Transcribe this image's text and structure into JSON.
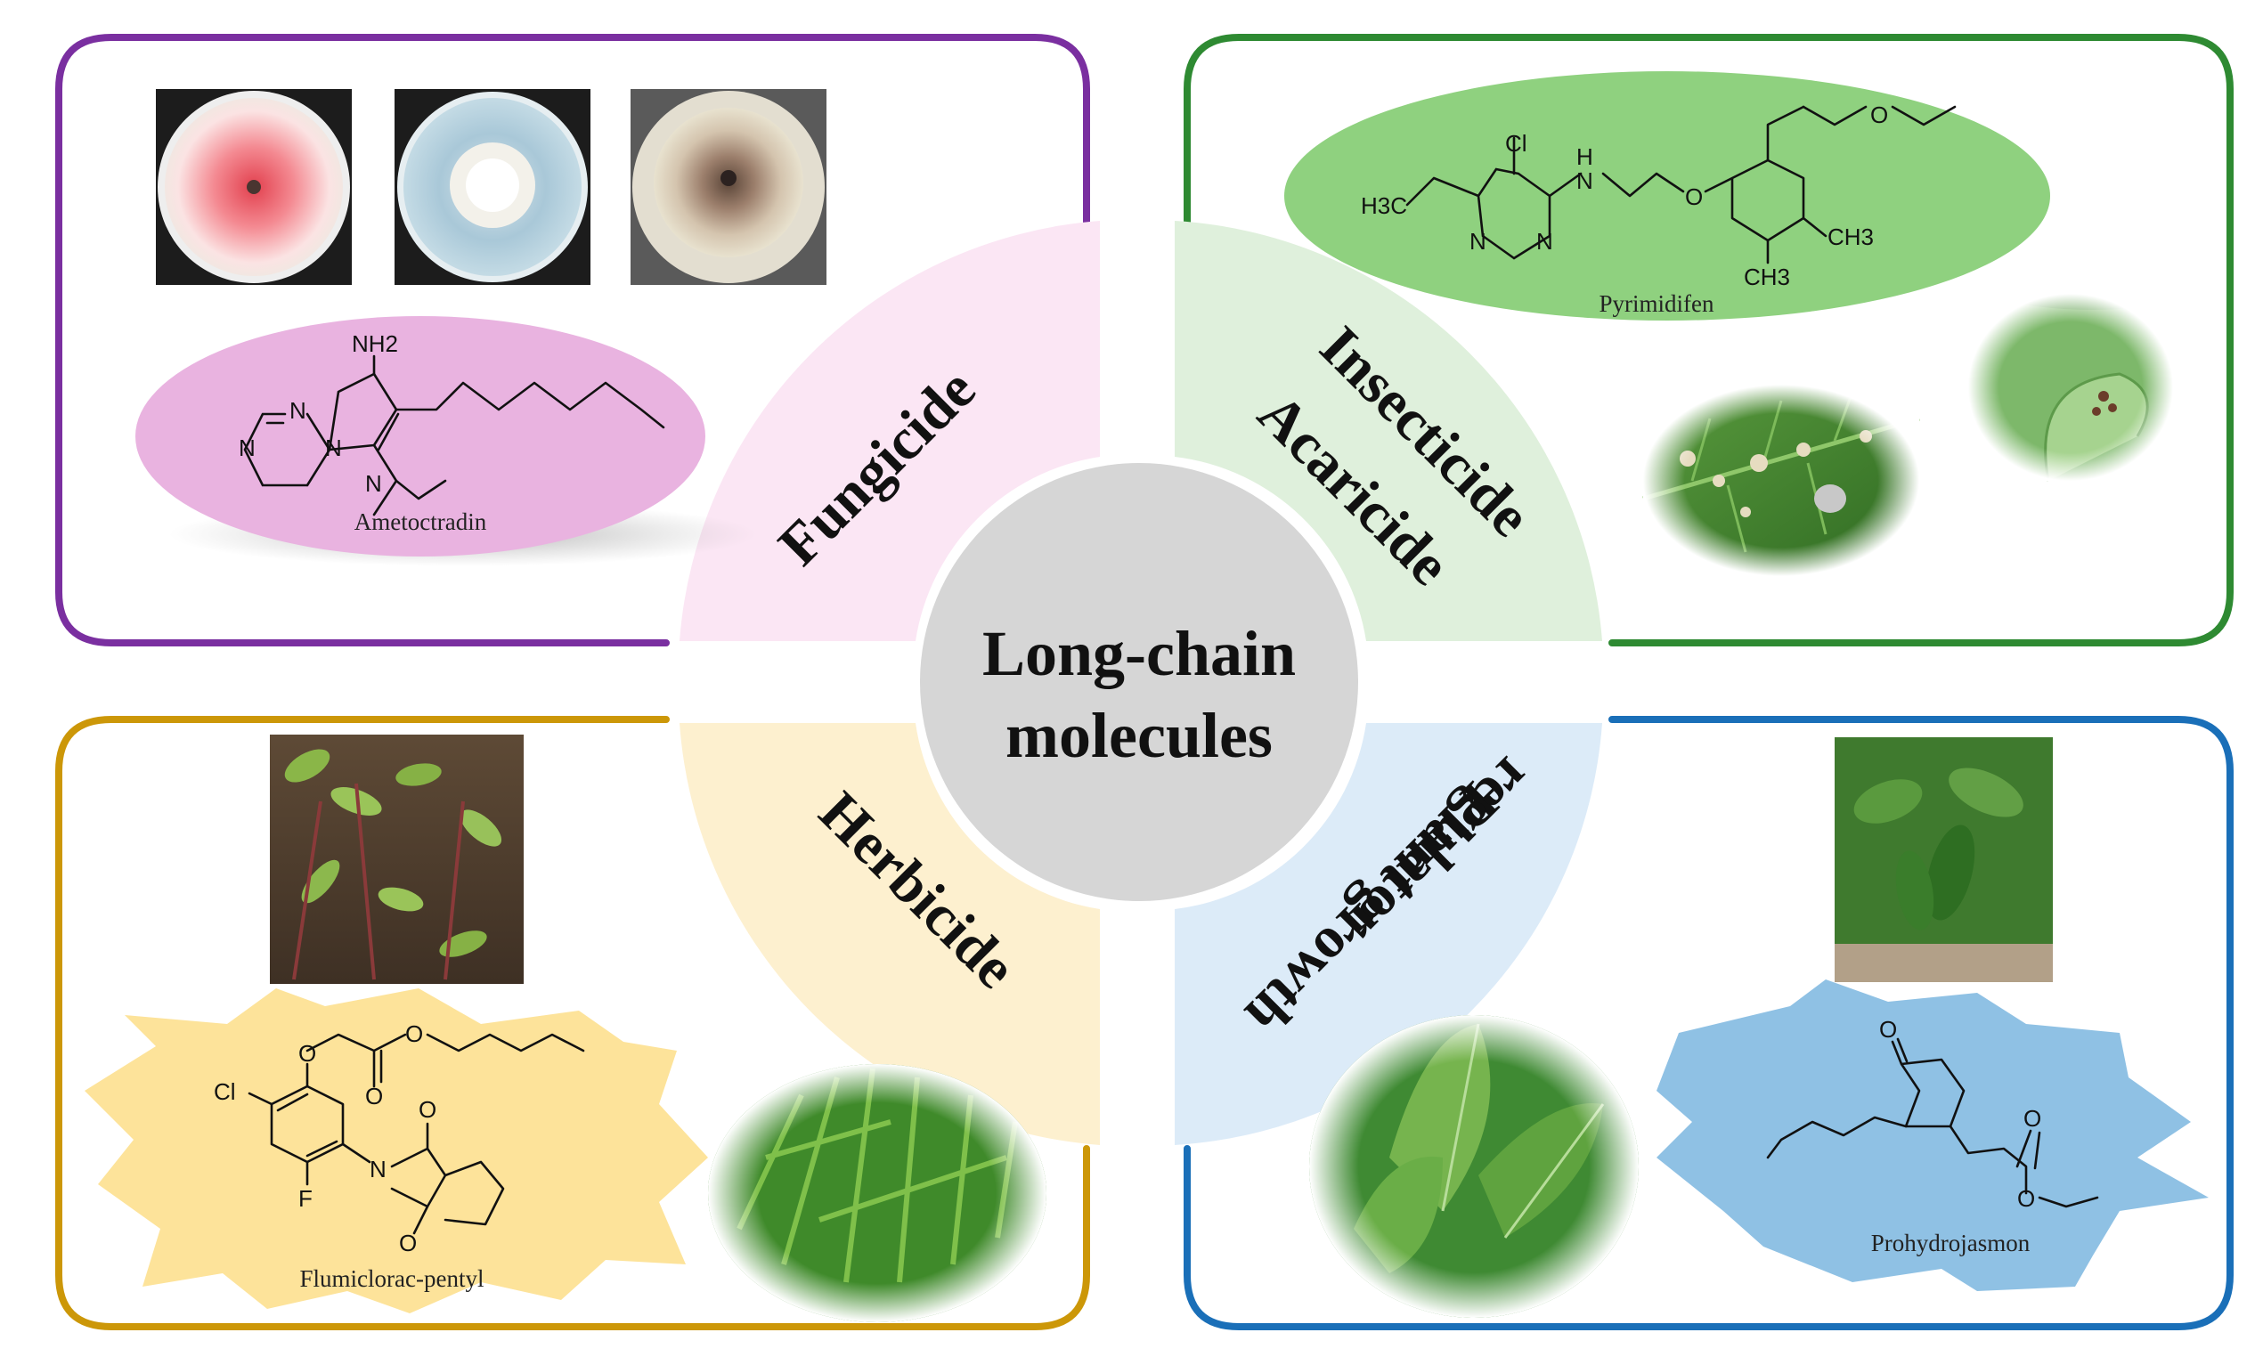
{
  "center": {
    "line1": "Long-chain",
    "line2": "molecules"
  },
  "sectors": {
    "fungicide": {
      "label": "Fungicide",
      "color": "#fbe6f4",
      "frame_color": "#7a2fa0"
    },
    "insecticide": {
      "label_line1": "Insecticide",
      "label_line2": "Acaricide",
      "color": "#dff0dc",
      "frame_color": "#2e8a32"
    },
    "herbicide": {
      "label": "Herbicide",
      "color": "#fdf0cf",
      "frame_color": "#cc9708"
    },
    "plant_growth": {
      "label_line1": "Plant growth",
      "label_line2": "regulator",
      "color": "#dcebf8",
      "frame_color": "#1a6fb8"
    }
  },
  "molecules": {
    "ametoctradin": {
      "name": "Ametoctradin",
      "atoms": {
        "nh2": "NH2",
        "n1": "N",
        "n2": "N",
        "n3": "N",
        "n4": "N"
      },
      "backdrop_color": "#e9b3e0"
    },
    "pyrimidifen": {
      "name": "Pyrimidifen",
      "atoms": {
        "cl": "Cl",
        "nh_h": "H",
        "nh_n": "N",
        "o1": "O",
        "o2": "O",
        "h3c": "H3C",
        "n1": "N",
        "n2": "N",
        "ch3a": "CH3",
        "ch3b": "CH3"
      },
      "backdrop_color": "#8fd17f"
    },
    "flumiclorac": {
      "name": "Flumiclorac-pentyl",
      "atoms": {
        "cl": "Cl",
        "f": "F",
        "n": "N",
        "o1": "O",
        "o2": "O",
        "o3": "O",
        "o4": "O",
        "o5": "O"
      },
      "backdrop_color": "#fde39a"
    },
    "prohydrojasmon": {
      "name": "Prohydrojasmon",
      "atoms": {
        "o1": "O",
        "o2": "O",
        "o3": "O"
      },
      "backdrop_color": "#8fc1e4"
    }
  },
  "photos": {
    "fungus_pink": {
      "icon": "petri-dish-pink-culture"
    },
    "fungus_white": {
      "icon": "petri-dish-white-culture"
    },
    "fungus_brown": {
      "icon": "petri-dish-brown-culture"
    },
    "leaf_damage": {
      "icon": "damaged-leaf-photo"
    },
    "leaf_mites": {
      "icon": "curled-leaf-photo"
    },
    "weeds": {
      "icon": "purslane-weed-photo"
    },
    "grass": {
      "icon": "grass-photo"
    },
    "pepper": {
      "icon": "pepper-plant-photo"
    },
    "tobacco": {
      "icon": "tobacco-plant-photo"
    }
  }
}
